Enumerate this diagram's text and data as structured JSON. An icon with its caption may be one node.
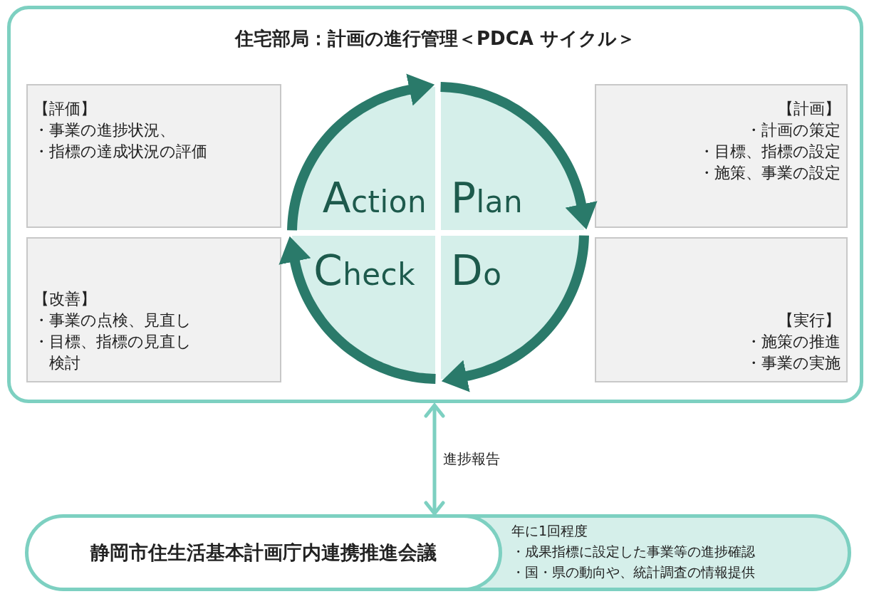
{
  "diagram": {
    "nodes": [
      {
        "text": [
          "住宅部局：計画の進行管理＜PDCA サイクル＞"
        ]
      },
      {
        "text": [
          "【評価】",
          "・事業の進捗状況、",
          "・指標の達成状況の評価"
        ],
        "in": 0
      },
      {
        "text": [
          "【計画】",
          "・計画の策定",
          "・目標、指標の設定",
          "・施策、事業の設定"
        ],
        "in": 0
      },
      {
        "text": [
          "【改善】",
          "・事業の点検、見直し",
          "・目標、指標の見直し検討"
        ],
        "in": 0
      },
      {
        "text": [
          "【実行】",
          "・施策の推進",
          "・事業の実施"
        ],
        "in": 0
      },
      {
        "text": [
          "Action"
        ],
        "in": 0
      },
      {
        "text": [
          "Plan"
        ],
        "in": 0
      },
      {
        "text": [
          "Check"
        ],
        "in": 0
      },
      {
        "text": [
          "Do"
        ],
        "in": 0
      },
      {
        "text": [
          "年に1回程度",
          "・成果指標に設定した事業等の進捗確認",
          "・国・県の動向や、統計調査の情報提供"
        ]
      },
      {
        "text": [
          "静岡市住生活基本計画庁内連携推進会議"
        ],
        "in": 9
      }
    ],
    "edges": [
      {
        "from": 5,
        "to": 6,
        "arrow": "to"
      },
      {
        "from": 6,
        "to": 8,
        "arrow": "to"
      },
      {
        "from": 8,
        "to": 7,
        "arrow": "to"
      },
      {
        "from": 7,
        "to": 5,
        "arrow": "to"
      },
      {
        "from": 0,
        "to": 10,
        "arrow": "both",
        "label": "進捗報告",
        "color": "#7dd0c1"
      }
    ]
  }
}
